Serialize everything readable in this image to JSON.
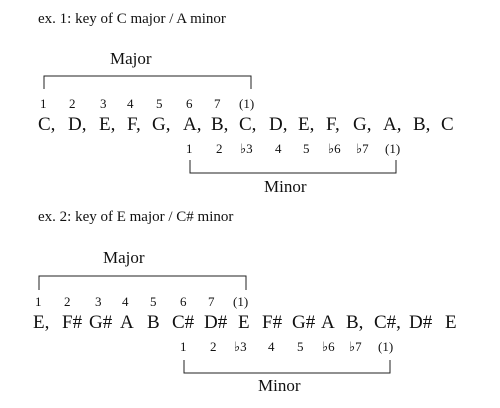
{
  "examples": [
    {
      "caption": "ex. 1:  key of C major / A minor",
      "major_label": "Major",
      "minor_label": "Minor",
      "notes": [
        "C,",
        "D,",
        "E,",
        "F,",
        "G,",
        "A,",
        "B,",
        "C,",
        "D,",
        "E,",
        "F,",
        "G,",
        "A,",
        "B,",
        "C"
      ],
      "major_degrees": [
        "1",
        "2",
        "3",
        "4",
        "5",
        "6",
        "7",
        "(1)"
      ],
      "minor_degrees": [
        "1",
        "2",
        "♭3",
        "4",
        "5",
        "♭6",
        "♭7",
        "(1)"
      ]
    },
    {
      "caption": "ex. 2:  key of E major / C# minor",
      "major_label": "Major",
      "minor_label": "Minor",
      "notes": [
        "E,",
        "F#",
        "G#",
        "A",
        "B",
        "C#",
        "D#",
        "E",
        "F#",
        "G#",
        "A",
        "B,",
        "C#,",
        "D#",
        "E"
      ],
      "major_degrees": [
        "1",
        "2",
        "3",
        "4",
        "5",
        "6",
        "7",
        "(1)"
      ],
      "minor_degrees": [
        "1",
        "2",
        "♭3",
        "4",
        "5",
        "♭6",
        "♭7",
        "(1)"
      ]
    }
  ]
}
